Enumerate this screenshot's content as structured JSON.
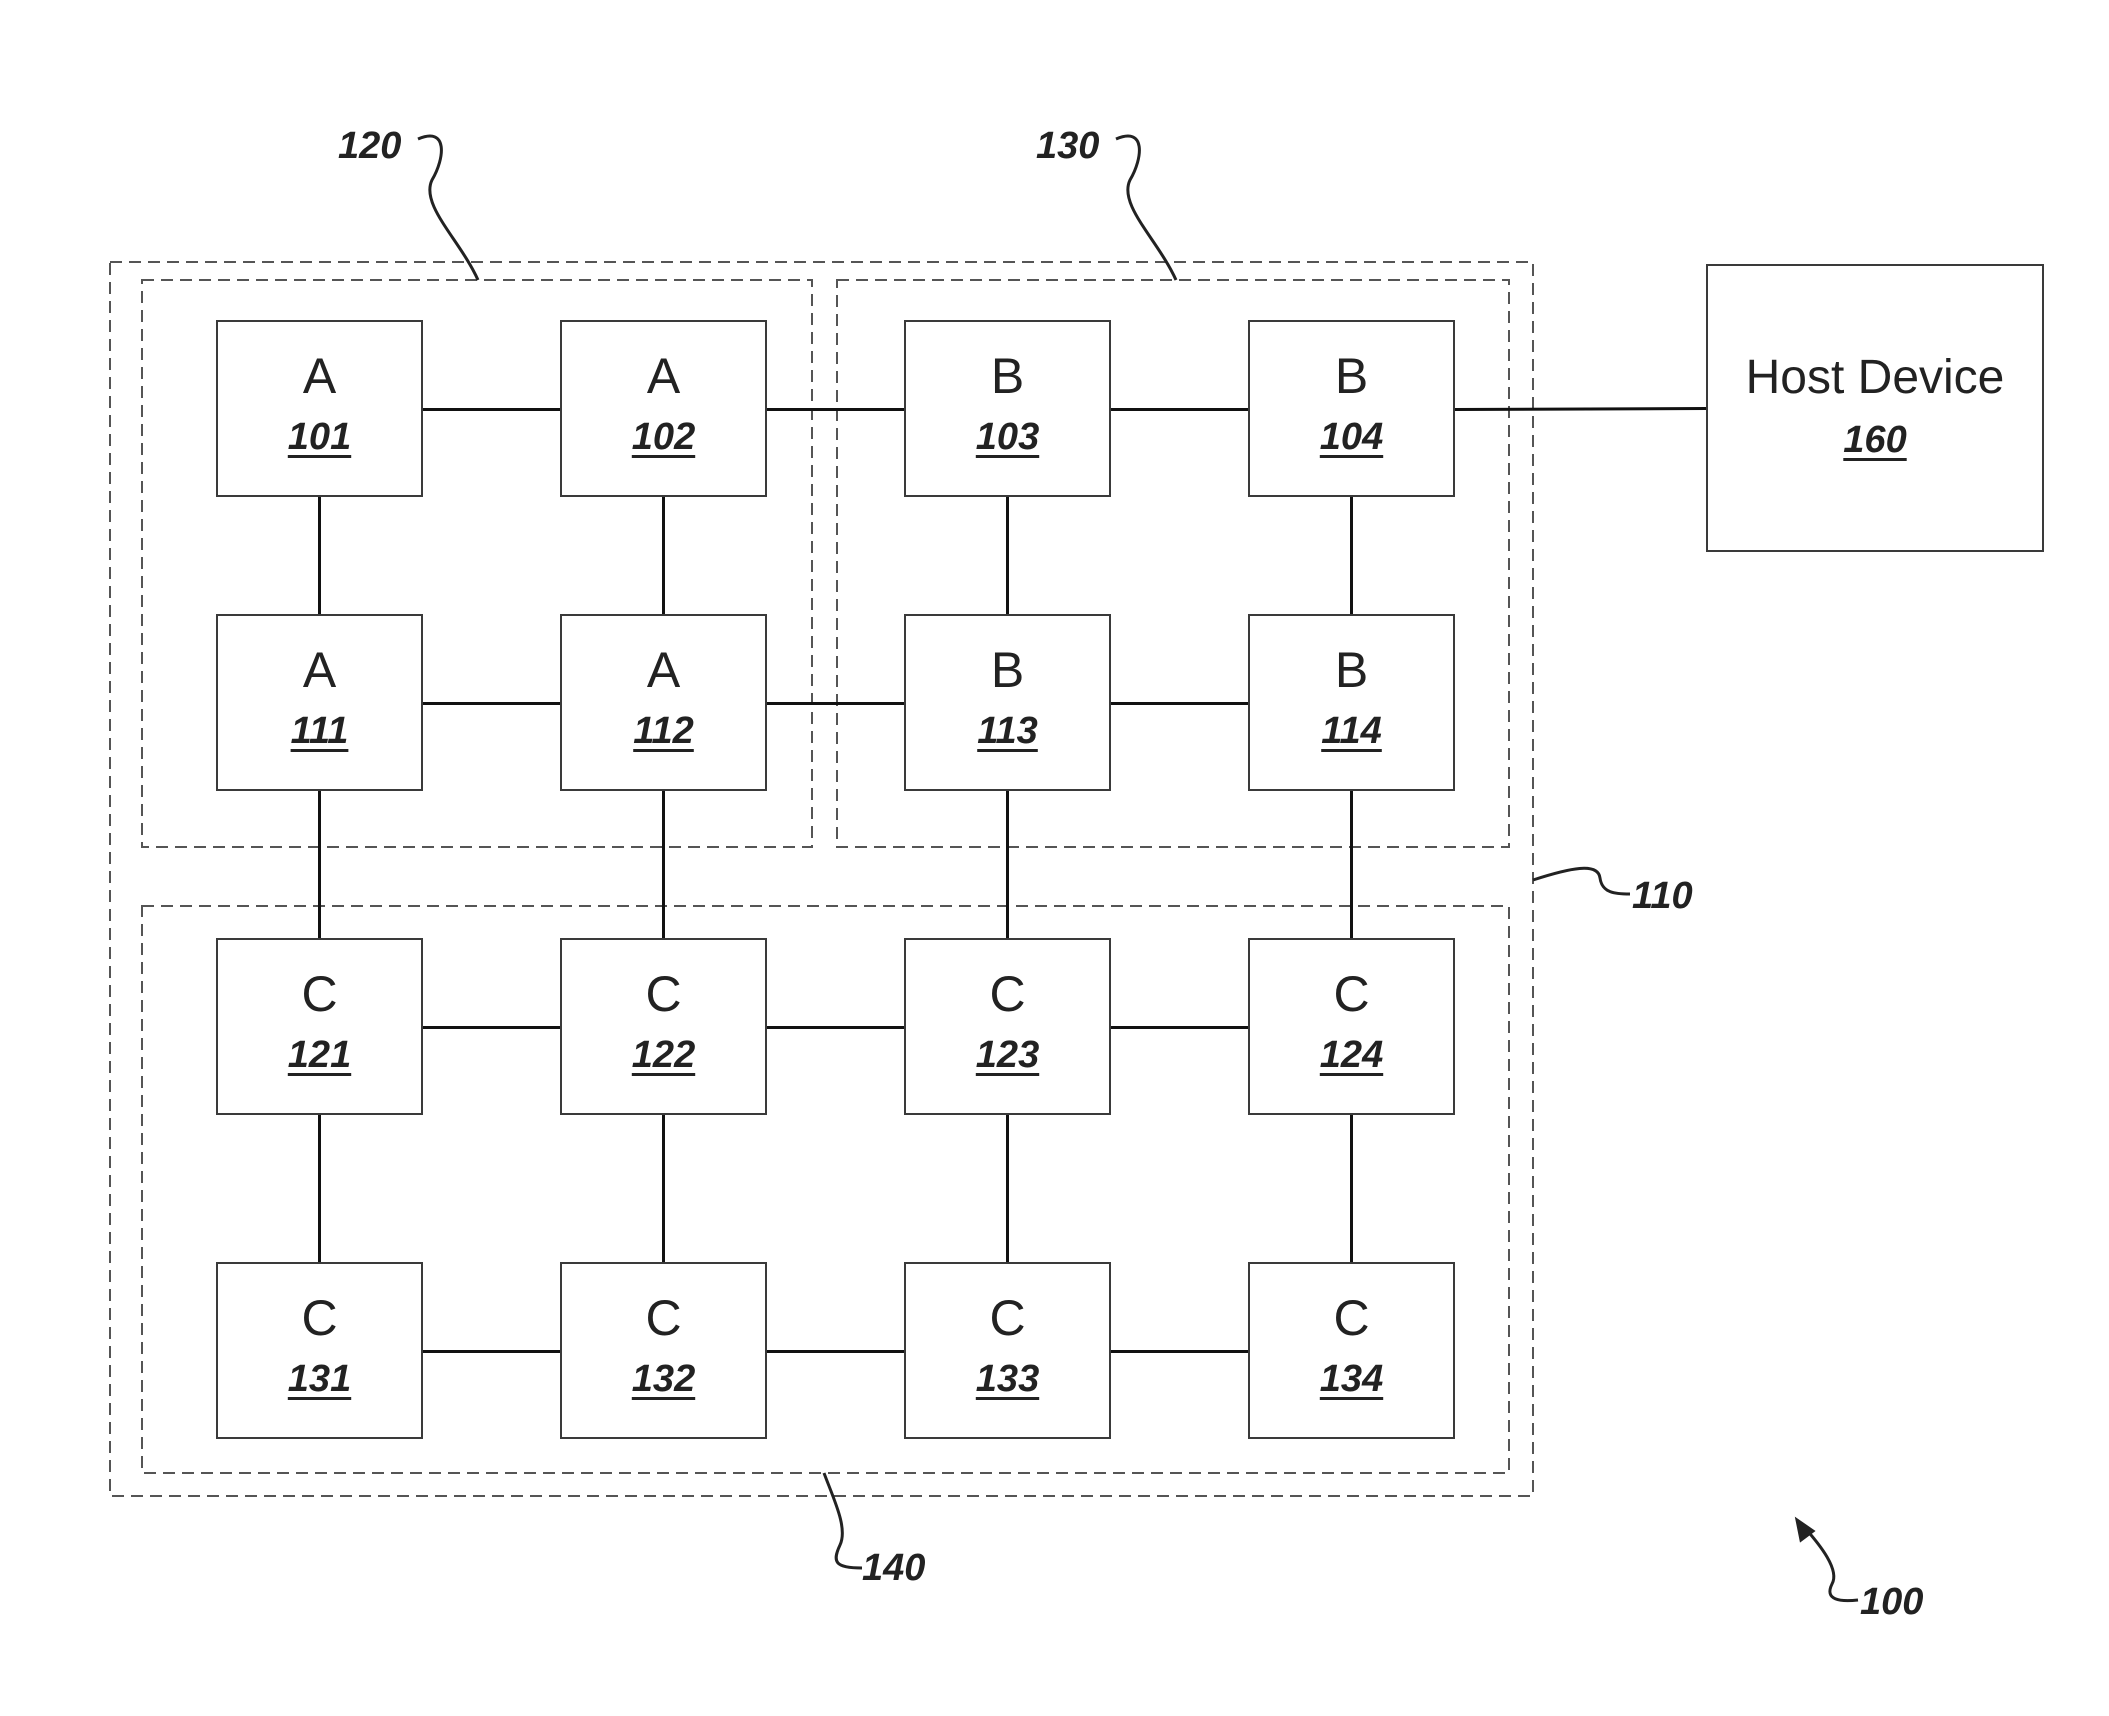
{
  "nodes": [
    {
      "letter": "A",
      "number": "101"
    },
    {
      "letter": "A",
      "number": "102"
    },
    {
      "letter": "B",
      "number": "103"
    },
    {
      "letter": "B",
      "number": "104"
    },
    {
      "letter": "A",
      "number": "111"
    },
    {
      "letter": "A",
      "number": "112"
    },
    {
      "letter": "B",
      "number": "113"
    },
    {
      "letter": "B",
      "number": "114"
    },
    {
      "letter": "C",
      "number": "121"
    },
    {
      "letter": "C",
      "number": "122"
    },
    {
      "letter": "C",
      "number": "123"
    },
    {
      "letter": "C",
      "number": "124"
    },
    {
      "letter": "C",
      "number": "131"
    },
    {
      "letter": "C",
      "number": "132"
    },
    {
      "letter": "C",
      "number": "133"
    },
    {
      "letter": "C",
      "number": "134"
    }
  ],
  "host": {
    "label": "Host Device",
    "number": "160"
  },
  "refs": {
    "group_a": "120",
    "group_b": "130",
    "outer": "110",
    "group_c": "140",
    "figure": "100"
  }
}
